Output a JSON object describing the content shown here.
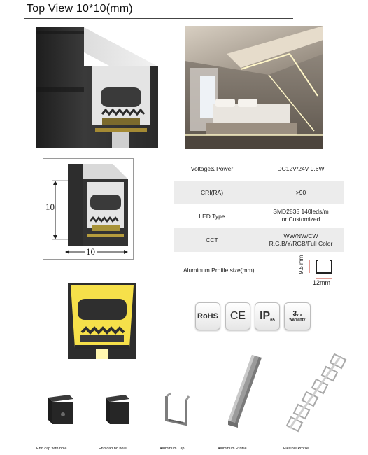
{
  "header": {
    "title": "Top View  10*10(mm)"
  },
  "dimension_drawing": {
    "height_label": "10",
    "width_label": "10"
  },
  "specs": [
    {
      "label": "Voltage& Power",
      "value": "DC12V/24V 9.6W"
    },
    {
      "label": "CRI(RA)",
      "value": ">90"
    },
    {
      "label": "LED Type",
      "value_lines": [
        "SMD2835 140leds/m",
        "or Customized"
      ]
    },
    {
      "label": "CCT",
      "value_lines": [
        "WW/NW/CW",
        "R.G.B/Y/RGB/Full Color"
      ]
    }
  ],
  "profile_size": {
    "label": "Aluminum Profile size(mm)",
    "height": "9.5 mm",
    "width": "12mm"
  },
  "certifications": [
    {
      "name": "rohs",
      "text": "RoHS"
    },
    {
      "name": "ce",
      "text": "CE"
    },
    {
      "name": "ip65",
      "text": "IP",
      "sub": "65"
    },
    {
      "name": "warranty",
      "top": "3",
      "small": "yrs",
      "bottom": "warranty"
    }
  ],
  "accessories": [
    {
      "name": "end-cap-with-hole",
      "label": "End cap with hole"
    },
    {
      "name": "end-cap-no-hole",
      "label": "End cap no hole"
    },
    {
      "name": "aluminum-clip",
      "label": "Aluminum Clip"
    },
    {
      "name": "aluminum-profile",
      "label": "Aluminum Profile"
    },
    {
      "name": "flexible-profile",
      "label": "Flexible Profile"
    }
  ],
  "colors": {
    "profile_dark": "#2e2e2e",
    "diffuser": "#e8e8e8",
    "led_glow": "#f6e04a",
    "strip": "#b39a3a"
  }
}
